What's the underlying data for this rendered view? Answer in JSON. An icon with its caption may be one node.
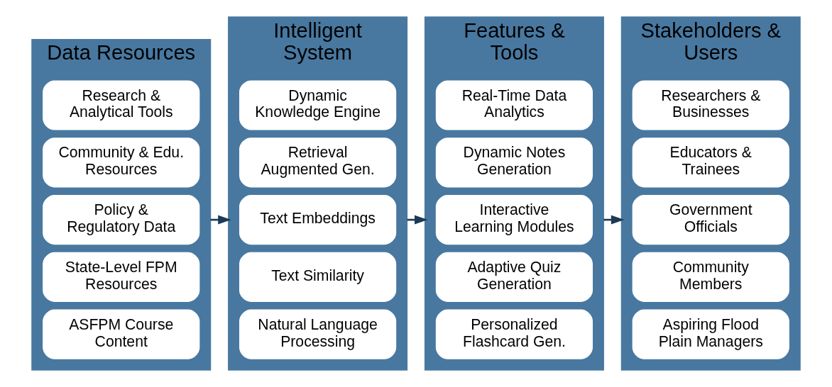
{
  "diagram": {
    "nodes": [
      {
        "text": [
          "Data Resources"
        ]
      },
      {
        "text": [
          "ASFPM Course Content"
        ],
        "in": 0
      },
      {
        "text": [
          "State-Level FPM Resources"
        ],
        "in": 0
      },
      {
        "text": [
          "Policy & Regulatory Data"
        ],
        "in": 0
      },
      {
        "text": [
          "Community & Edu. Resources"
        ],
        "in": 0
      },
      {
        "text": [
          "Research & Analytical Tools"
        ],
        "in": 0
      },
      {
        "text": [
          "Intelligent System"
        ]
      },
      {
        "text": [
          "Natural Language Processing"
        ],
        "in": 6
      },
      {
        "text": [
          "Text Similarity"
        ],
        "in": 6
      },
      {
        "text": [
          "Text Embeddings"
        ],
        "in": 6
      },
      {
        "text": [
          "Retrieval Augmented Gen."
        ],
        "in": 6
      },
      {
        "text": [
          "Dynamic Knowledge Engine"
        ],
        "in": 6
      },
      {
        "text": [
          "Features & Tools"
        ]
      },
      {
        "text": [
          "Personalized Flashcard Gen."
        ],
        "in": 12
      },
      {
        "text": [
          "Adaptive Quiz Generation"
        ],
        "in": 12
      },
      {
        "text": [
          "Interactive Learning Modules"
        ],
        "in": 12
      },
      {
        "text": [
          "Dynamic Notes Generation"
        ],
        "in": 12
      },
      {
        "text": [
          "Real-Time Data Analytics"
        ],
        "in": 12
      },
      {
        "text": [
          "Stakeholders & Users"
        ]
      },
      {
        "text": [
          "Aspiring Flood Plain Managers"
        ],
        "in": 18
      },
      {
        "text": [
          "Community Members"
        ],
        "in": 18
      },
      {
        "text": [
          "Government Officials"
        ],
        "in": 18
      },
      {
        "text": [
          "Educators & Trainees"
        ],
        "in": 18
      },
      {
        "text": [
          "Researchers & Businesses"
        ],
        "in": 18
      }
    ],
    "edges": [
      {
        "from": 0,
        "to": 6,
        "arrow": "to"
      },
      {
        "from": 6,
        "to": 12,
        "arrow": "to"
      },
      {
        "from": 12,
        "to": 18,
        "arrow": "to"
      }
    ]
  }
}
